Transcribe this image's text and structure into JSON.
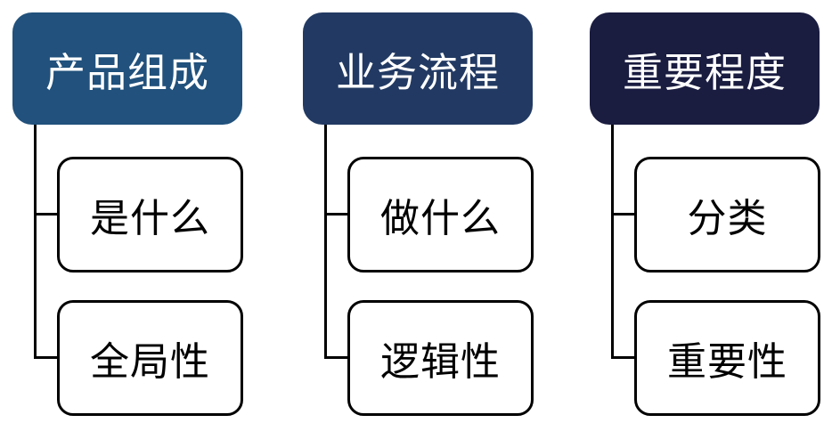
{
  "diagram": {
    "background_color": "#ffffff",
    "connector_color": "#000000",
    "child_border_color": "#000000",
    "columns": [
      {
        "header": {
          "label": "产品组成",
          "bg": "#21517C",
          "text_color": "#ffffff"
        },
        "children": [
          {
            "label": "是什么"
          },
          {
            "label": "全局性"
          }
        ]
      },
      {
        "header": {
          "label": "业务流程",
          "bg": "#223A63",
          "text_color": "#ffffff"
        },
        "children": [
          {
            "label": "做什么"
          },
          {
            "label": "逻辑性"
          }
        ]
      },
      {
        "header": {
          "label": "重要程度",
          "bg": "#1A1C40",
          "text_color": "#ffffff"
        },
        "children": [
          {
            "label": "分类"
          },
          {
            "label": "重要性"
          }
        ]
      }
    ]
  }
}
